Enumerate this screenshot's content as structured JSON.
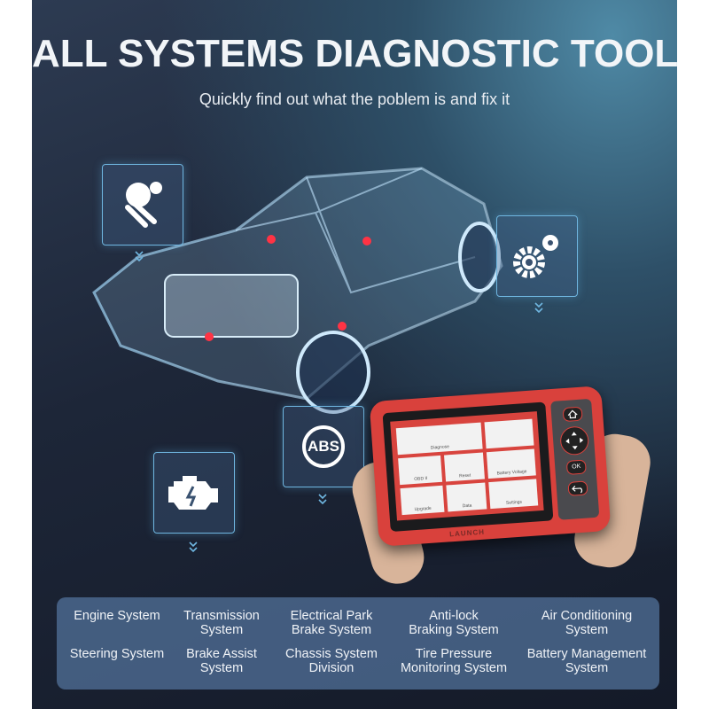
{
  "header": {
    "title": "ALL SYSTEMS DIAGNOSTIC TOOL",
    "subtitle": "Quickly find out what the poblem is and fix it"
  },
  "icons": [
    "airbag-icon",
    "gears-icon",
    "abs-icon",
    "engine-icon"
  ],
  "abs_label": "ABS",
  "device": {
    "brand": "LAUNCH",
    "tiles": [
      "Diagnose",
      "OBD II",
      "Reset",
      "Battery Voltage",
      "Upgrade",
      "Data",
      "Settings"
    ],
    "buttons": {
      "ok": "OK"
    },
    "color": "#d9413c"
  },
  "systems": [
    [
      "Engine System",
      "Transmission\nSystem",
      "Electrical Park\nBrake System",
      "Anti-lock\nBraking System",
      "Air Conditioning\nSystem"
    ],
    [
      "Steering System",
      "Brake Assist\nSystem",
      "Chassis System\nDivision",
      "Tire Pressure\nMonitoring System",
      "Battery Management\nSystem"
    ]
  ],
  "colors": {
    "accent": "#6fb6e0",
    "background": "#1d2638",
    "panel": "#506e96"
  }
}
